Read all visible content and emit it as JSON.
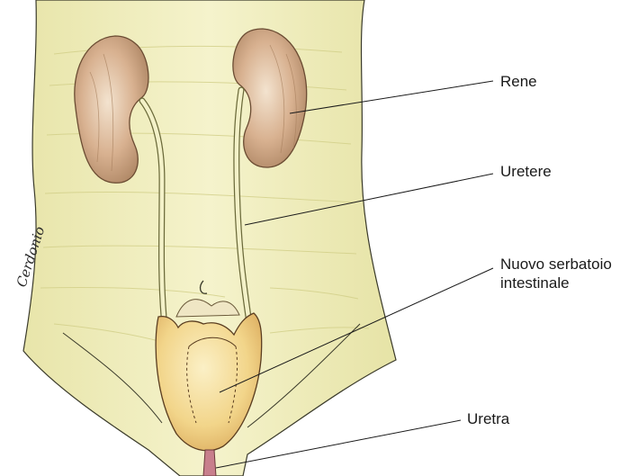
{
  "labels": {
    "kidney": "Rene",
    "ureter": "Uretere",
    "reservoir_line1": "Nuovo serbatoio",
    "reservoir_line2": "intestinale",
    "urethra": "Uretra"
  },
  "artist_signature": "Cerdonio",
  "colors": {
    "skin": "#f1efbe",
    "skin_shadow": "#dcd98e",
    "kidney": "#d8b190",
    "kidney_shadow": "#a8805e",
    "reservoir": "#f2d58a",
    "reservoir_shadow": "#d9a85a",
    "urethra": "#c87f8c",
    "ink": "#1a1a1a"
  }
}
